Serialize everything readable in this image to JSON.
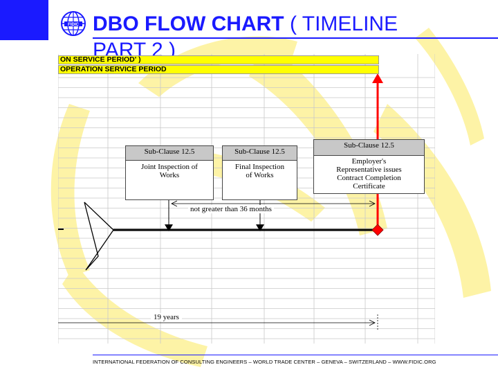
{
  "colors": {
    "brand_blue": "#1a1aff",
    "band_yellow": "#ffff00",
    "deco_yellow": "#fdf3a6",
    "marker_red": "#ff0000"
  },
  "header": {
    "title_bold": "DBO FLOW CHART",
    "title_rest": " ( TIMELINE PART 2 )",
    "logo_icon": "fidic-globe-logo"
  },
  "bands": {
    "band1": "ON SERVICE PERIOD' )",
    "band2": "OPERATION SERVICE PERIOD"
  },
  "boxes": [
    {
      "header": "Sub-Clause 12.5",
      "lines": [
        "Joint Inspection of",
        "Works"
      ]
    },
    {
      "header": "Sub-Clause 12.5",
      "lines": [
        "Final Inspection",
        "of  Works"
      ]
    },
    {
      "header": "Sub-Clause 12.5",
      "lines": [
        "Employer's",
        "Representative issues",
        "Contract Completion",
        "Certificate"
      ]
    }
  ],
  "span_label": "not greater than 36 months",
  "years_label": "19 years",
  "footer": "INTERNATIONAL FEDERATION OF CONSULTING ENGINEERS  –  WORLD TRADE CENTER  –  GENEVA  –  SWITZERLAND  –  WWW.FIDIC.ORG"
}
